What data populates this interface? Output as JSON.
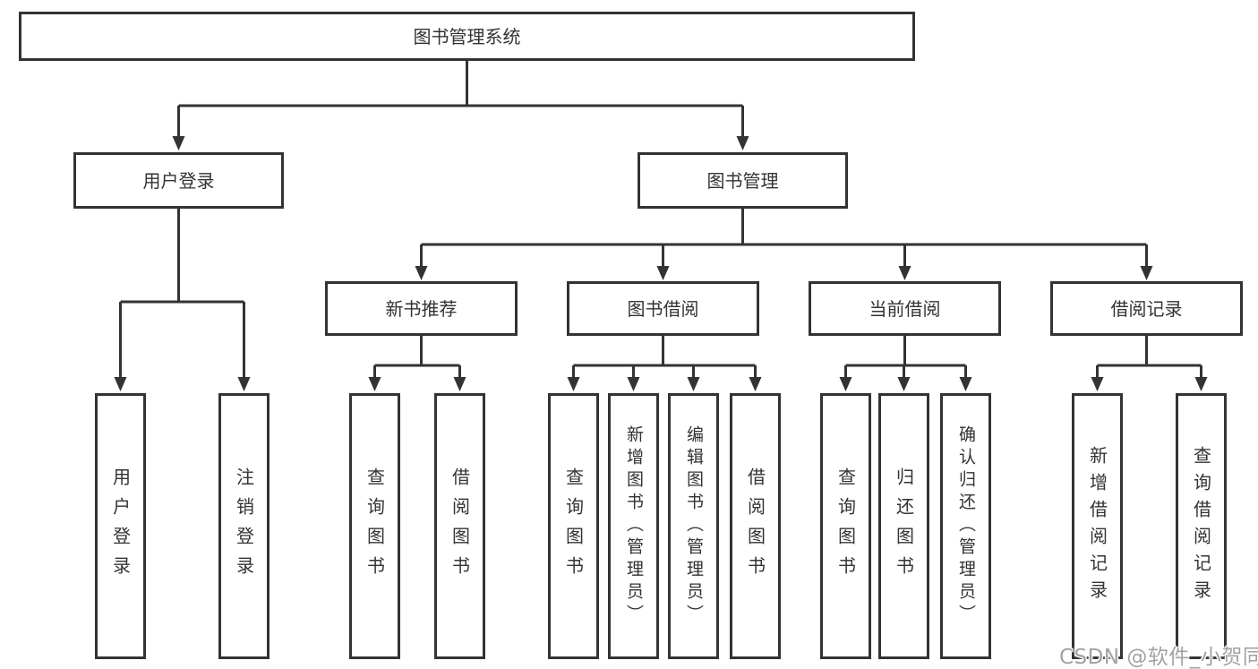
{
  "diagram": {
    "type": "hierarchy-tree",
    "title": "图书管理系统"
  },
  "nodes": {
    "root": {
      "label": "图书管理系统"
    },
    "user_login": {
      "label": "用户登录"
    },
    "book_mgmt": {
      "label": "图书管理"
    },
    "new_book_rec": {
      "label": "新书推荐"
    },
    "book_borrow": {
      "label": "图书借阅"
    },
    "current_borrow": {
      "label": "当前借阅"
    },
    "borrow_records": {
      "label": "借阅记录"
    },
    "leaf_user_login": {
      "label": "用户登录"
    },
    "leaf_logout": {
      "label": "注销登录"
    },
    "leaf_query_book_1": {
      "label": "查询图书"
    },
    "leaf_borrow_book_1": {
      "label": "借阅图书"
    },
    "leaf_query_book_2": {
      "label": "查询图书"
    },
    "leaf_add_book": {
      "label": "新增图书（管理员）"
    },
    "leaf_edit_book": {
      "label": "编辑图书（管理员）"
    },
    "leaf_borrow_book_2": {
      "label": "借阅图书"
    },
    "leaf_query_book_3": {
      "label": "查询图书"
    },
    "leaf_return_book": {
      "label": "归还图书"
    },
    "leaf_confirm_return": {
      "label": "确认归还（管理员）"
    },
    "leaf_add_record": {
      "label": "新增借阅记录"
    },
    "leaf_query_record": {
      "label": "查询借阅记录"
    }
  },
  "edges": [
    {
      "from": "root",
      "to": [
        "user_login",
        "book_mgmt"
      ]
    },
    {
      "from": "user_login",
      "to": [
        "leaf_user_login",
        "leaf_logout"
      ]
    },
    {
      "from": "book_mgmt",
      "to": [
        "new_book_rec",
        "book_borrow",
        "current_borrow",
        "borrow_records"
      ]
    },
    {
      "from": "new_book_rec",
      "to": [
        "leaf_query_book_1",
        "leaf_borrow_book_1"
      ]
    },
    {
      "from": "book_borrow",
      "to": [
        "leaf_query_book_2",
        "leaf_add_book",
        "leaf_edit_book",
        "leaf_borrow_book_2"
      ]
    },
    {
      "from": "current_borrow",
      "to": [
        "leaf_query_book_3",
        "leaf_return_book",
        "leaf_confirm_return"
      ]
    },
    {
      "from": "borrow_records",
      "to": [
        "leaf_add_record",
        "leaf_query_record"
      ]
    }
  ],
  "watermark": {
    "text": "CSDN @软件_小贺同学"
  },
  "colors": {
    "background": "#ffffff",
    "box_fill": "#ffffff",
    "box_border": "#333333",
    "line": "#333333",
    "text": "#333333",
    "watermark": "#a2a2a2"
  }
}
